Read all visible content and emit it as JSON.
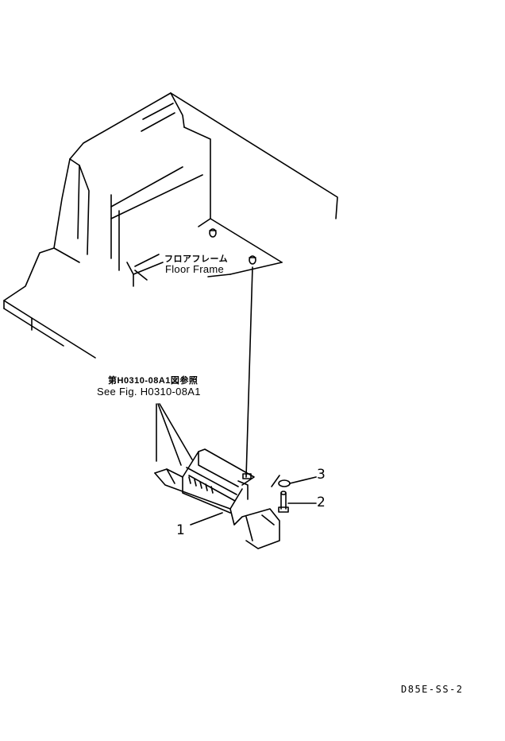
{
  "callouts": {
    "floor_frame_jp": "フロアフレーム",
    "floor_frame_en": "Floor Frame",
    "see_fig_jp": "第H0310-08A1図参照",
    "see_fig_en": "See Fig. H0310-08A1"
  },
  "parts": [
    {
      "number": "1"
    },
    {
      "number": "2"
    },
    {
      "number": "3"
    }
  ],
  "drawing_code": "D85E-SS-2",
  "colors": {
    "ink": "#000000",
    "paper": "#ffffff"
  }
}
